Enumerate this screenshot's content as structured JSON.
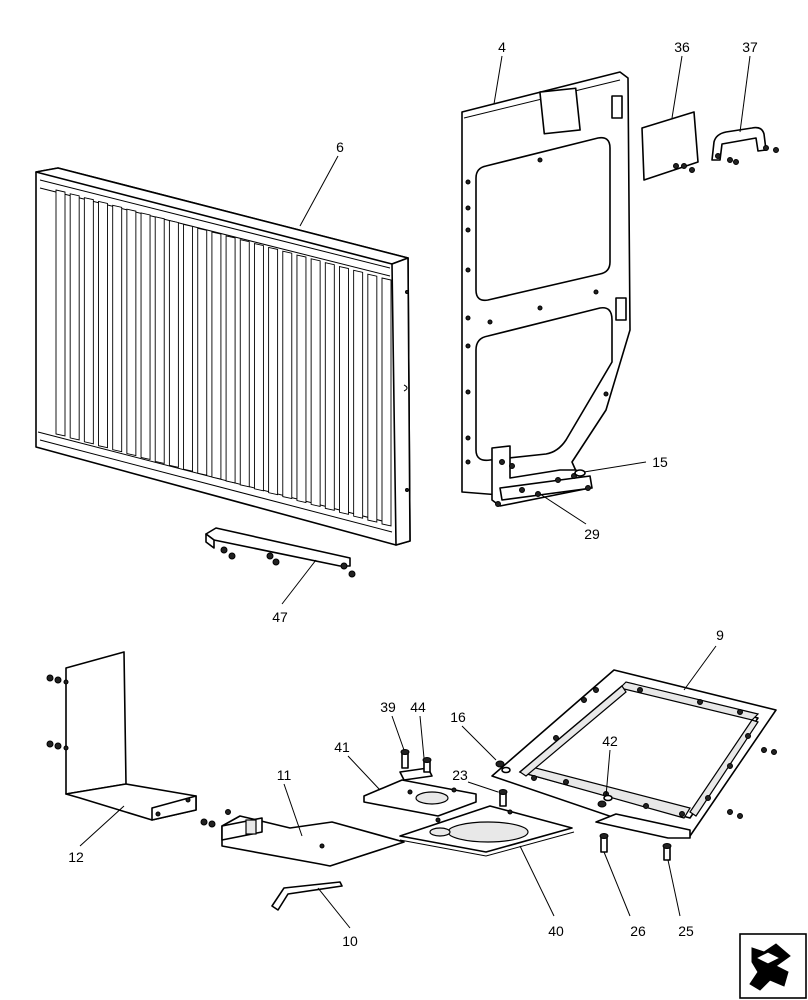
{
  "callouts": {
    "c4": "4",
    "c36": "36",
    "c37": "37",
    "c6": "6",
    "c15": "15",
    "c29": "29",
    "c47": "47",
    "c9": "9",
    "c39": "39",
    "c44": "44",
    "c16": "16",
    "c42": "42",
    "c41": "41",
    "c23": "23",
    "c11": "11",
    "c12": "12",
    "c40": "40",
    "c26": "26",
    "c25": "25",
    "c10": "10"
  },
  "icons": {
    "navigation": "arrow-icon"
  }
}
